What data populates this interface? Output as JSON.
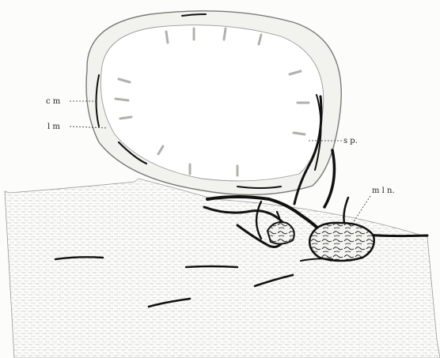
{
  "figure": {
    "labels": {
      "cm": "c m",
      "lm": "l m",
      "sp": "s p.",
      "mln": "m l n."
    },
    "colors": {
      "ink": "#111111",
      "stipple": "#8a8a86",
      "paper": "#fcfcfa",
      "hatch": "#a8a8a4"
    }
  }
}
